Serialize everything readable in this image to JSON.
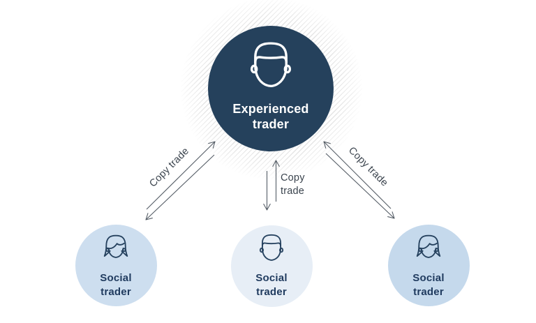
{
  "diagram": {
    "experienced_trader": {
      "label": "Experienced trader",
      "icon": "male-face-icon"
    },
    "social_traders": [
      {
        "label": "Social trader",
        "icon": "female-face-icon",
        "position": "left"
      },
      {
        "label": "Social trader",
        "icon": "male-face-icon",
        "position": "middle"
      },
      {
        "label": "Social trader",
        "icon": "female-face-icon",
        "position": "right"
      }
    ],
    "connections": [
      {
        "from": "experienced-trader",
        "to": "social-trader-left",
        "label": "Copy trade",
        "direction": "bidirectional"
      },
      {
        "from": "experienced-trader",
        "to": "social-trader-middle",
        "label": "Copy trade",
        "direction": "bidirectional"
      },
      {
        "from": "experienced-trader",
        "to": "social-trader-right",
        "label": "Copy trade",
        "direction": "bidirectional"
      }
    ],
    "colors": {
      "background": "#ffffff",
      "experienced_circle": "#25415c",
      "experienced_icon_stroke": "#ffffff",
      "social_circle_left": "#cddeef",
      "social_circle_middle": "#e7eef6",
      "social_circle_right": "#c5d9ec",
      "social_icon_stroke": "#26425f",
      "social_label_text": "#1f3a5e",
      "experienced_label_text": "#ffffff",
      "arrow_stroke": "#555d66",
      "copy_label_text": "#3a434d",
      "hatch_lines": "#e4e4e4"
    }
  }
}
